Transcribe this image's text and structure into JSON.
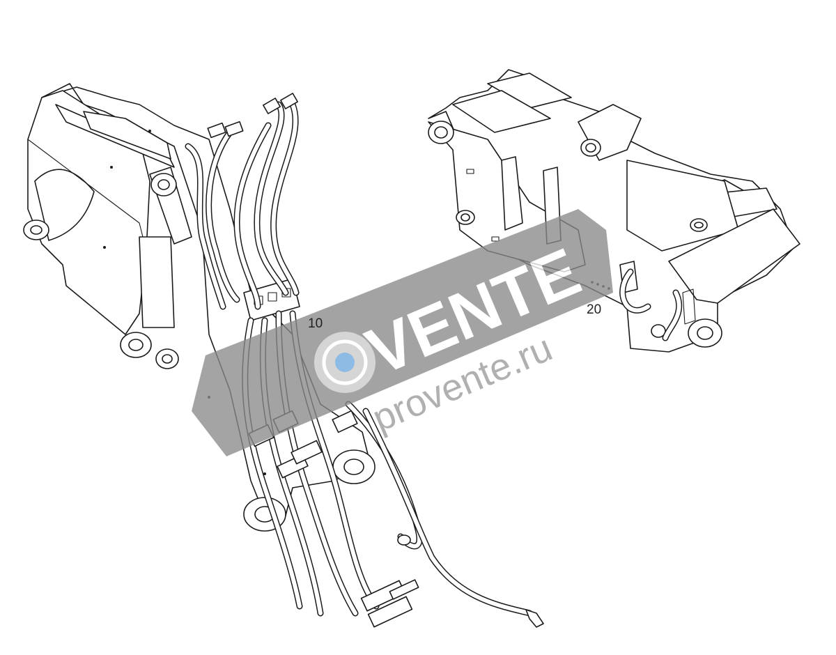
{
  "diagram": {
    "parts": [
      {
        "id": "boom-assembly",
        "label": "10"
      },
      {
        "id": "frame-assembly",
        "label": "20"
      }
    ]
  },
  "watermark": {
    "brand": "VENTE",
    "url": "provente.ru",
    "color": "#8a8a8a"
  }
}
